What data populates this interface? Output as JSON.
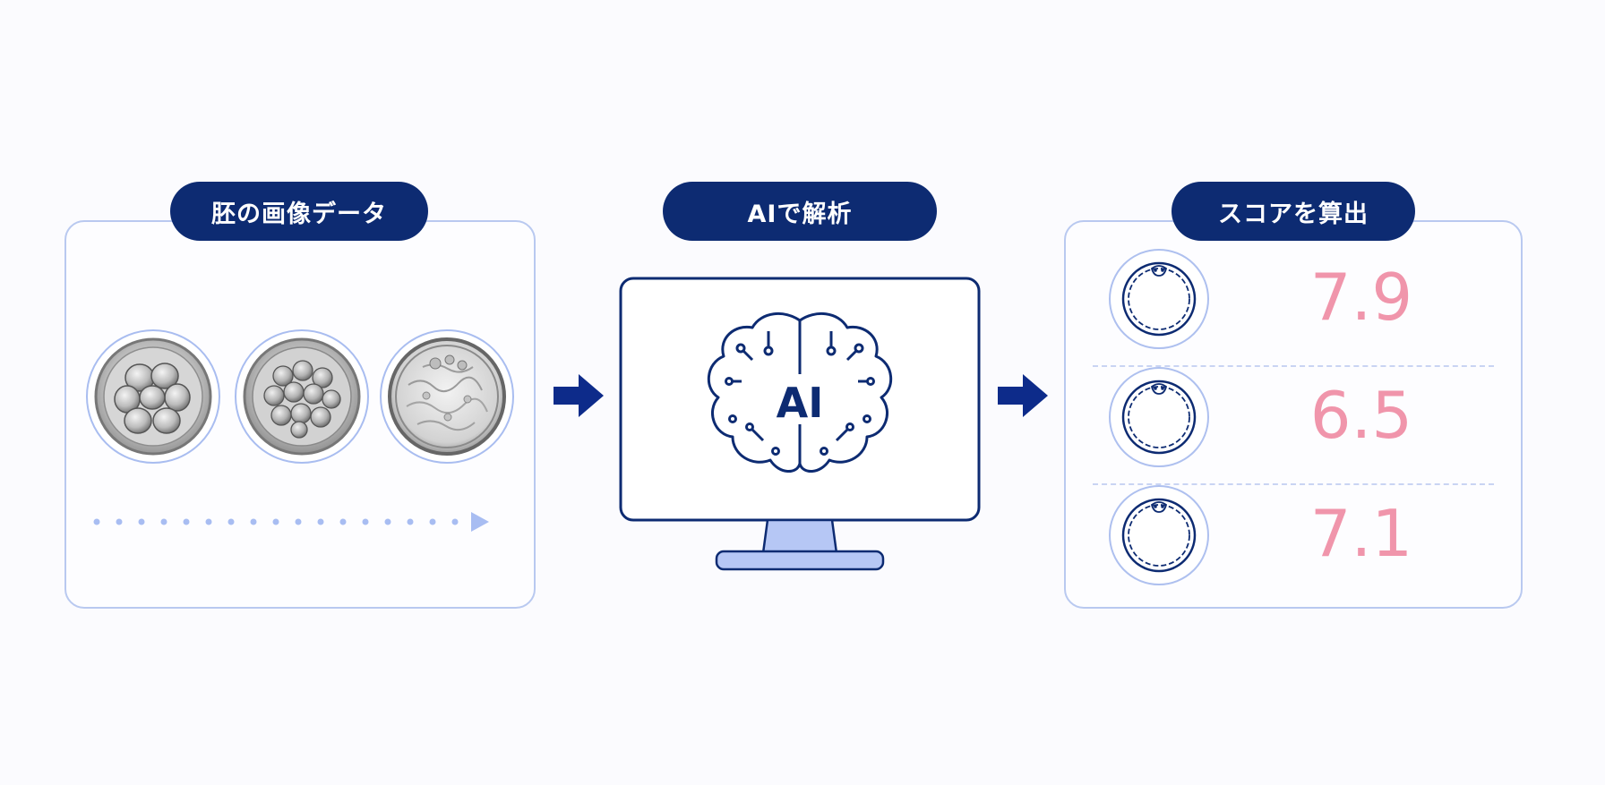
{
  "steps": {
    "step1": {
      "label": "胚の画像データ"
    },
    "step2": {
      "label": "AIで解析",
      "monitor_text": "AI"
    },
    "step3": {
      "label": "スコアを算出"
    }
  },
  "scores": [
    {
      "value": "7.9"
    },
    {
      "value": "6.5"
    },
    {
      "value": "7.1"
    }
  ],
  "colors": {
    "navy": "#0d2b72",
    "light_blue": "#b9c9f0",
    "pink": "#f095ab",
    "monitor_stand": "#b6c7f5"
  },
  "icons": {
    "flow_arrow": "right-arrow-icon",
    "brain": "brain-icon",
    "monitor": "monitor-icon"
  }
}
